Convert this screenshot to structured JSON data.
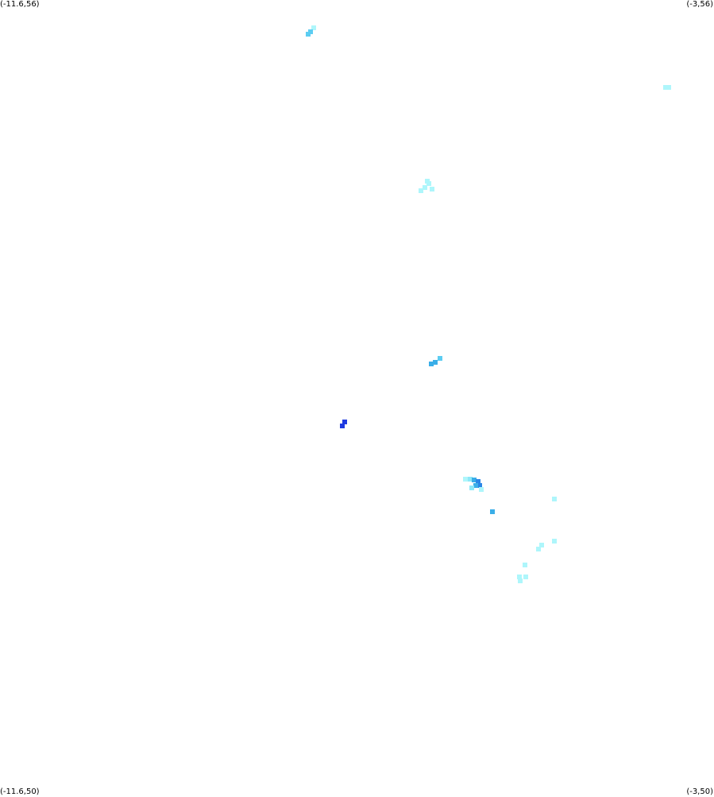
{
  "corners": {
    "top_left": "(-11.6,56)",
    "top_right": "(-3,56)",
    "bottom_left": "(-11.6,50)",
    "bottom_right": "(-3,50)"
  },
  "map_data": {
    "type": "heatmap",
    "lon_range": [
      -11.6,
      -3
    ],
    "lat_range": [
      50,
      56
    ],
    "colors": {
      "low": "#aef6fb",
      "light": "#8ee8f8",
      "mid": "#5ccdf2",
      "midhigh": "#3aaee8",
      "high": "#2a86e6",
      "top": "#1f3ae0"
    },
    "cells": [
      {
        "lon": -7.82,
        "lat": 55.79,
        "level": "low"
      },
      {
        "lon": -7.86,
        "lat": 55.76,
        "level": "mid"
      },
      {
        "lon": -7.89,
        "lat": 55.74,
        "level": "mid"
      },
      {
        "lon": -3.58,
        "lat": 55.34,
        "level": "low"
      },
      {
        "lon": -3.55,
        "lat": 55.34,
        "level": "low"
      },
      {
        "lon": -6.43,
        "lat": 54.61,
        "level": "low"
      },
      {
        "lon": -6.48,
        "lat": 54.58,
        "level": "low"
      },
      {
        "lon": -6.53,
        "lat": 54.56,
        "level": "low"
      },
      {
        "lon": -6.4,
        "lat": 54.57,
        "level": "low"
      },
      {
        "lon": -6.45,
        "lat": 54.63,
        "level": "low"
      },
      {
        "lon": -6.3,
        "lat": 53.29,
        "level": "mid"
      },
      {
        "lon": -6.36,
        "lat": 53.26,
        "level": "midhigh"
      },
      {
        "lon": -6.41,
        "lat": 53.25,
        "level": "midhigh"
      },
      {
        "lon": -7.45,
        "lat": 52.81,
        "level": "top"
      },
      {
        "lon": -7.48,
        "lat": 52.78,
        "level": "top"
      },
      {
        "lon": -5.99,
        "lat": 52.38,
        "level": "low"
      },
      {
        "lon": -5.94,
        "lat": 52.38,
        "level": "light"
      },
      {
        "lon": -5.89,
        "lat": 52.37,
        "level": "midhigh"
      },
      {
        "lon": -5.84,
        "lat": 52.36,
        "level": "high"
      },
      {
        "lon": -5.82,
        "lat": 52.33,
        "level": "high"
      },
      {
        "lon": -5.87,
        "lat": 52.33,
        "level": "midhigh"
      },
      {
        "lon": -5.92,
        "lat": 52.31,
        "level": "light"
      },
      {
        "lon": -5.8,
        "lat": 52.3,
        "level": "low"
      },
      {
        "lon": -5.67,
        "lat": 52.13,
        "level": "midhigh"
      },
      {
        "lon": -4.92,
        "lat": 52.23,
        "level": "low"
      },
      {
        "lon": -5.08,
        "lat": 51.88,
        "level": "low"
      },
      {
        "lon": -5.11,
        "lat": 51.85,
        "level": "low"
      },
      {
        "lon": -4.92,
        "lat": 51.91,
        "level": "low"
      },
      {
        "lon": -5.28,
        "lat": 51.73,
        "level": "low"
      },
      {
        "lon": -5.34,
        "lat": 51.64,
        "level": "low"
      },
      {
        "lon": -5.27,
        "lat": 51.64,
        "level": "low"
      },
      {
        "lon": -5.33,
        "lat": 51.61,
        "level": "low"
      }
    ]
  }
}
